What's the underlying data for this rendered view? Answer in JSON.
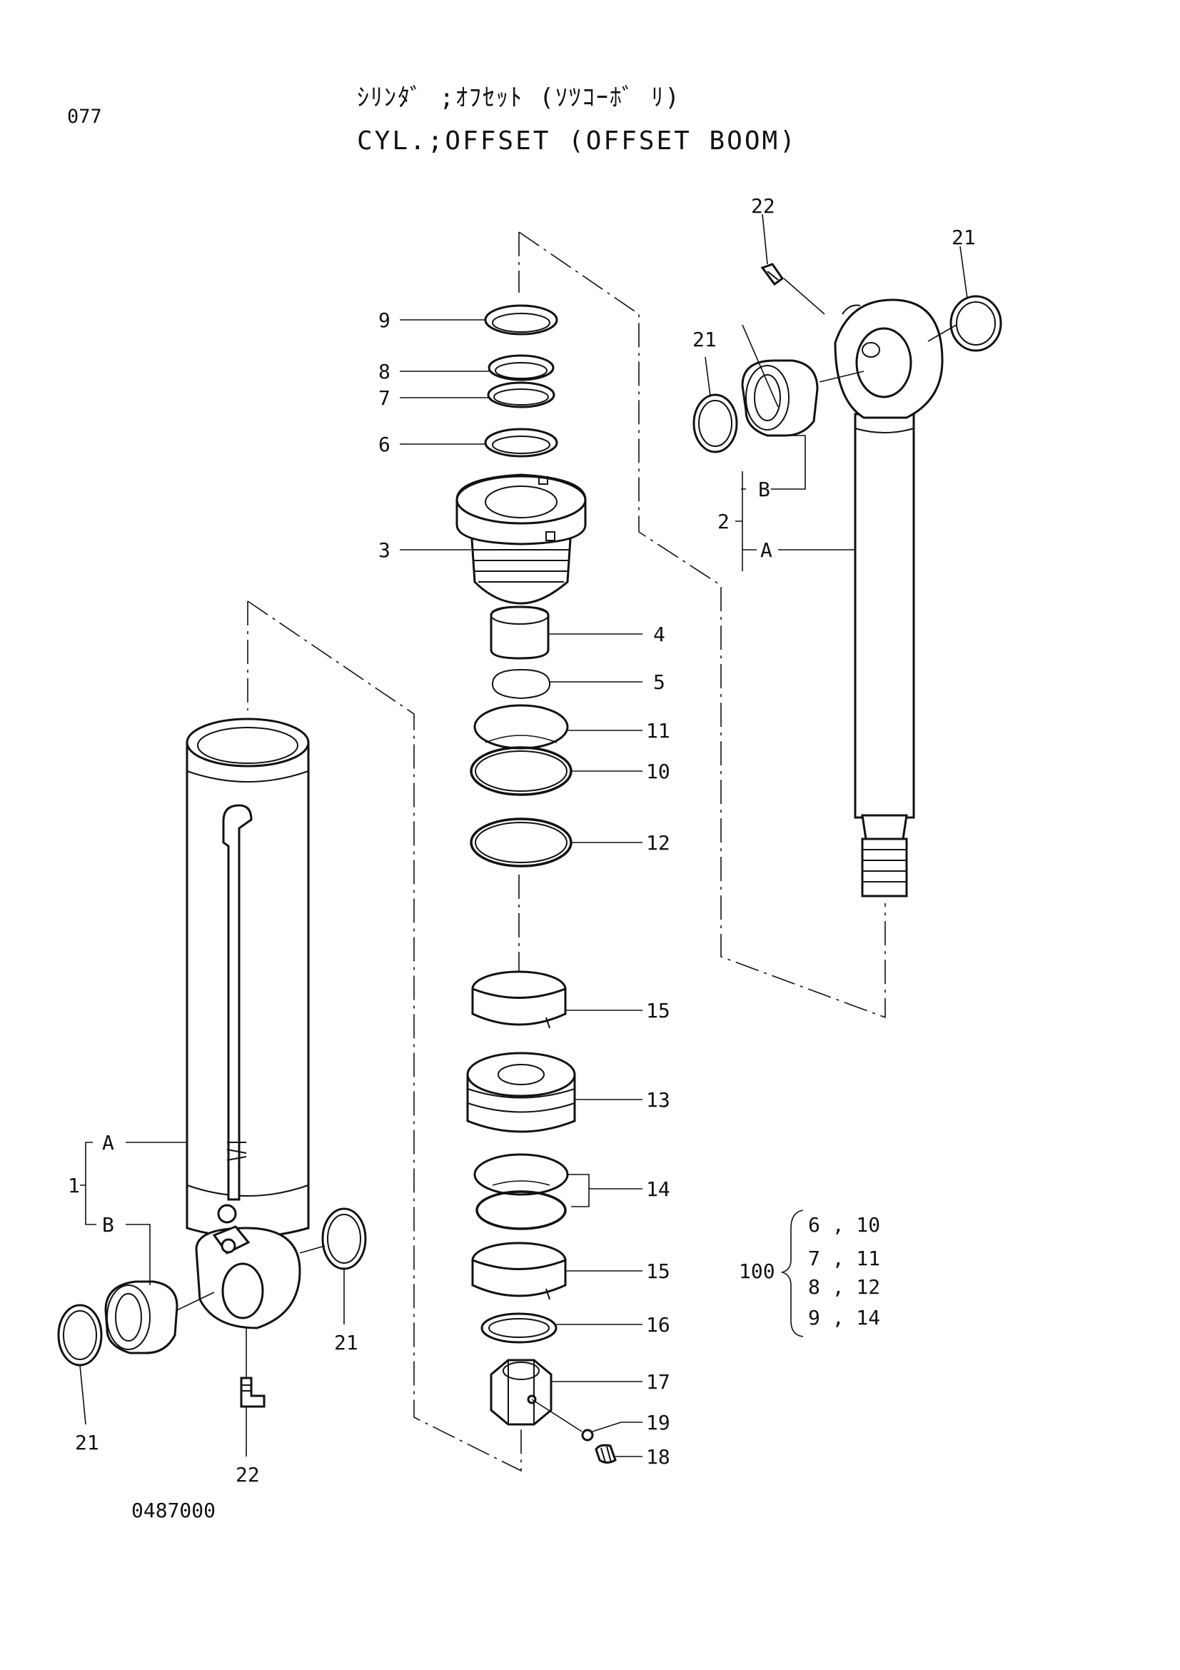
{
  "header": {
    "page_number": "077",
    "title_jp": "ｼﾘﾝﾀﾞ ;ｵﾌｾｯﾄ (ｿﾂｺｰﾎﾞ ﾘ)",
    "title_en": "CYL.;OFFSET (OFFSET BOOM)"
  },
  "footer": {
    "drawing_number": "0487000"
  },
  "callouts": {
    "p9": "9",
    "p8": "8",
    "p7": "7",
    "p6": "6",
    "p3": "3",
    "p4": "4",
    "p5": "5",
    "p11": "11",
    "p10": "10",
    "p12": "12",
    "p15a": "15",
    "p13": "13",
    "p14": "14",
    "p15b": "15",
    "p16": "16",
    "p17": "17",
    "p19": "19",
    "p18": "18",
    "rod_22": "22",
    "rod_21_right": "21",
    "rod_21_left": "21",
    "rod_2": "2",
    "rod_2B": "B",
    "rod_2A": "A",
    "tube_1": "1",
    "tube_1A": "A",
    "tube_1B": "B",
    "tube_21_right": "21",
    "tube_21_left": "21",
    "tube_22": "22"
  },
  "kit": {
    "number": "100",
    "pairs": [
      "6 , 10",
      "7 , 11",
      "8 , 12",
      "9 , 14"
    ]
  }
}
